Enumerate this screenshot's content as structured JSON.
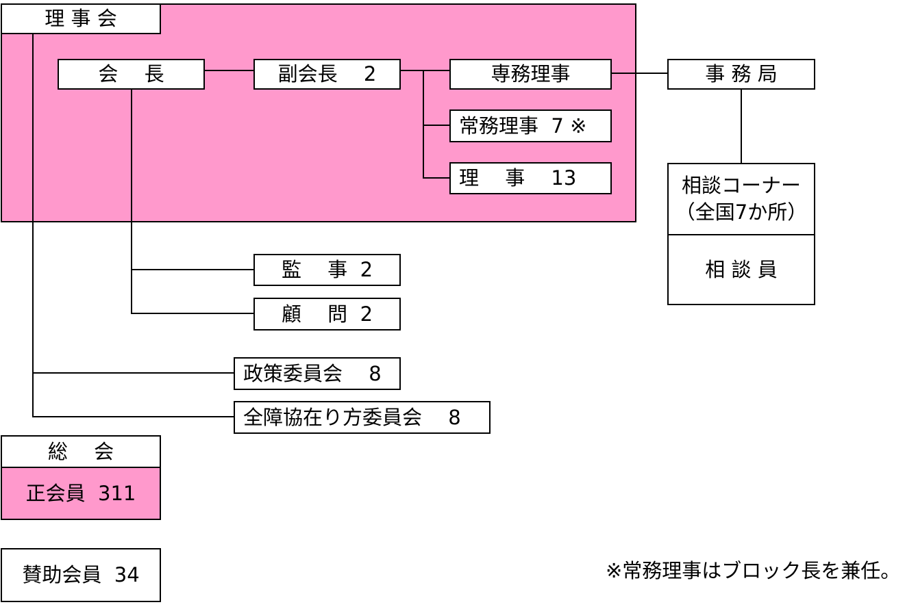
{
  "org_chart": {
    "board": {
      "label": "理 事 会"
    },
    "chairman": {
      "label": "会　 長"
    },
    "vice_chairman": {
      "label": "副会長 　2"
    },
    "executive_director": {
      "label": "専務理事"
    },
    "managing_directors": {
      "label": "常務理事  7 ※"
    },
    "directors": {
      "label": "理　 事 　13"
    },
    "secretariat": {
      "label": "事 務 局"
    },
    "consultation_corner": {
      "line1": "相談コーナー",
      "line2": "（全国7か所）"
    },
    "counselors": {
      "label": "相 談 員"
    },
    "auditors": {
      "label": "監　 事  2"
    },
    "advisors": {
      "label": "顧　 問  2"
    },
    "policy_committee": {
      "label": "政策委員会 　8"
    },
    "reform_committee": {
      "label": "全障協在り方委員会 　8"
    },
    "general_assembly": {
      "label": "総　 会"
    },
    "regular_members": {
      "label": "正会員  311"
    },
    "supporting_members": {
      "label": "賛助会員  34"
    }
  },
  "footnote": "※常務理事はブロック長を兼任。",
  "colors": {
    "board_fill": "#ff99cc",
    "regular_members_fill": "#ff99cc"
  }
}
